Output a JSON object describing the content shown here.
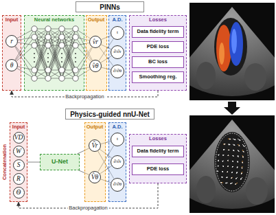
{
  "diagram": {
    "nodes": [
      {
        "text": [
          "PINNs"
        ]
      },
      {
        "text": [
          "Input"
        ]
      },
      {
        "text": [
          "r"
        ],
        "in": 1
      },
      {
        "text": [
          "θ"
        ],
        "in": 1
      },
      {
        "text": [
          "Neural networks"
        ]
      },
      {
        "text": [
          "Output"
        ]
      },
      {
        "text": [
          "v̂r"
        ],
        "in": 5
      },
      {
        "text": [
          "v̂θ"
        ],
        "in": 5
      },
      {
        "text": [
          "A.D."
        ]
      },
      {
        "text": [
          "t"
        ],
        "in": 8
      },
      {
        "text": [
          "∂/∂r"
        ],
        "in": 8
      },
      {
        "text": [
          "∂/∂θ"
        ],
        "in": 8
      },
      {
        "text": [
          "Losses"
        ]
      },
      {
        "text": [
          "Data fidelity term"
        ],
        "in": 12
      },
      {
        "text": [
          "PDE loss"
        ],
        "in": 12
      },
      {
        "text": [
          "BC loss"
        ],
        "in": 12
      },
      {
        "text": [
          "Smoothing reg."
        ],
        "in": 12
      },
      {
        "text": [
          "Physics-guided nnU-Net"
        ]
      },
      {
        "text": [
          "Input"
        ]
      },
      {
        "text": [
          "VD"
        ],
        "in": 18
      },
      {
        "text": [
          "W"
        ],
        "in": 18
      },
      {
        "text": [
          "S"
        ],
        "in": 18
      },
      {
        "text": [
          "R"
        ],
        "in": 18
      },
      {
        "text": [
          "Θ"
        ],
        "in": 18
      },
      {
        "text": [
          "U-Net"
        ]
      },
      {
        "text": [
          "Output"
        ]
      },
      {
        "text": [
          "V̂r"
        ],
        "in": 25
      },
      {
        "text": [
          "V̂θ"
        ],
        "in": 25
      },
      {
        "text": [
          "A.D."
        ]
      },
      {
        "text": [
          "t"
        ],
        "in": 28
      },
      {
        "text": [
          "∂/∂r"
        ],
        "in": 28
      },
      {
        "text": [
          "∂/∂θ"
        ],
        "in": 28
      },
      {
        "text": [
          "Losses"
        ]
      },
      {
        "text": [
          "Data fidelity term"
        ],
        "in": 32
      },
      {
        "text": [
          "PDE loss"
        ],
        "in": 32
      }
    ],
    "edges": [
      {
        "from": 6,
        "to": 9,
        "arrow": "none"
      },
      {
        "from": 6,
        "to": 10,
        "arrow": "none"
      },
      {
        "from": 6,
        "to": 11,
        "arrow": "none"
      },
      {
        "from": 7,
        "to": 9,
        "arrow": "none"
      },
      {
        "from": 7,
        "to": 10,
        "arrow": "none"
      },
      {
        "from": 7,
        "to": 11,
        "arrow": "none"
      },
      {
        "from": 12,
        "to": 1,
        "label": "Backpropagation",
        "arrow": "to"
      },
      {
        "from": 18,
        "to": 24,
        "arrow": "none"
      },
      {
        "from": 24,
        "to": 26,
        "arrow": "none"
      },
      {
        "from": 24,
        "to": 27,
        "arrow": "none"
      },
      {
        "from": 26,
        "to": 29,
        "arrow": "none"
      },
      {
        "from": 26,
        "to": 30,
        "arrow": "none"
      },
      {
        "from": 26,
        "to": 31,
        "arrow": "none"
      },
      {
        "from": 27,
        "to": 29,
        "arrow": "none"
      },
      {
        "from": 27,
        "to": 30,
        "arrow": "none"
      },
      {
        "from": 27,
        "to": 31,
        "arrow": "none"
      },
      {
        "from": 32,
        "to": 18,
        "label": "Backpropagation",
        "arrow": "to"
      }
    ],
    "labels": [
      "Concatenation"
    ]
  }
}
